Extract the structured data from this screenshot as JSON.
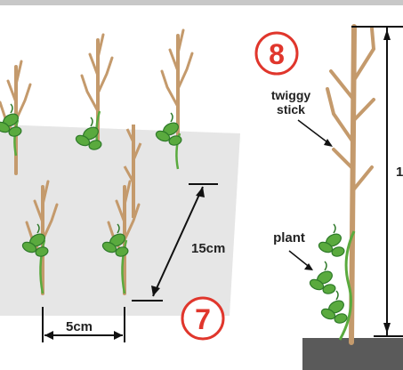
{
  "left_panel": {
    "step_number": "7",
    "row_spacing": "15cm",
    "plant_spacing": "5cm"
  },
  "right_panel": {
    "step_number": "8",
    "stick_label_line1": "twiggy",
    "stick_label_line2": "stick",
    "plant_label": "plant",
    "height_label_partial": "1"
  },
  "colors": {
    "stick": "#c49a6c",
    "leaf": "#5aaa3e",
    "leaf_dark": "#2f7a2a",
    "badge": "#e0362c",
    "bed": "#e6e6e6",
    "soil": "#5a5a5a"
  }
}
